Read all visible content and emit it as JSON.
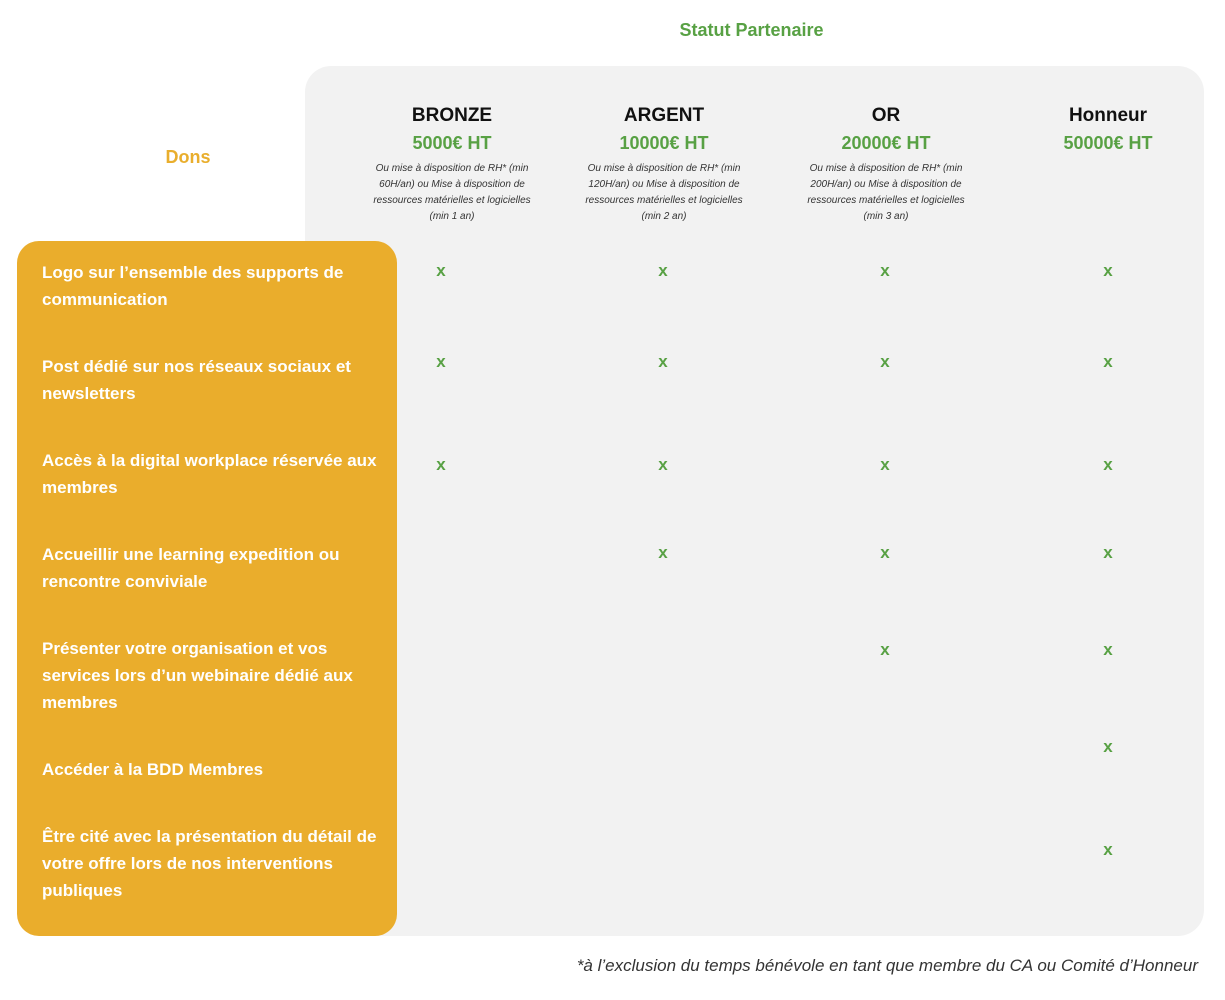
{
  "header": {
    "title": "Statut Partenaire"
  },
  "dons_label": "Dons",
  "tiers": [
    {
      "name": "BRONZE",
      "price": "5000€ HT",
      "note": "Ou mise à disposition de RH* (min 60H/an) ou Mise à disposition de ressources matérielles et logicielles (min 1 an)"
    },
    {
      "name": "ARGENT",
      "price": "10000€ HT",
      "note": "Ou mise à disposition de RH* (min 120H/an) ou Mise à disposition de ressources matérielles et logicielles (min 2 an)"
    },
    {
      "name": "OR",
      "price": "20000€ HT",
      "note": "Ou mise à disposition de RH* (min 200H/an) ou Mise à disposition de ressources matérielles et logicielles (min 3 an)"
    },
    {
      "name": "Honneur",
      "price": "50000€ HT",
      "note": ""
    }
  ],
  "check_mark": "x",
  "benefits": [
    {
      "label": "Logo sur l’ensemble des supports de communication",
      "included": [
        true,
        true,
        true,
        true
      ]
    },
    {
      "label": "Post dédié sur nos réseaux sociaux et newsletters",
      "included": [
        true,
        true,
        true,
        true
      ]
    },
    {
      "label": "Accès à la digital workplace réservée aux membres",
      "included": [
        true,
        true,
        true,
        true
      ]
    },
    {
      "label": "Accueillir une learning expedition ou rencontre conviviale",
      "included": [
        false,
        true,
        true,
        true
      ]
    },
    {
      "label": "Présenter votre organisation et vos services lors d’un webinaire dédié aux membres",
      "included": [
        false,
        false,
        true,
        true
      ]
    },
    {
      "label": "Accéder à la BDD Membres",
      "included": [
        false,
        false,
        false,
        true
      ]
    },
    {
      "label": "Être cité avec la présentation du détail de votre offre lors de nos interventions publiques",
      "included": [
        false,
        false,
        false,
        true
      ]
    }
  ],
  "footnote": "*à l’exclusion du temps bénévole en tant que membre du CA ou Comité d’Honneur",
  "colors": {
    "accent_green": "#58a144",
    "orange": "#eaad2c",
    "panel_grey": "#f2f2f2"
  }
}
